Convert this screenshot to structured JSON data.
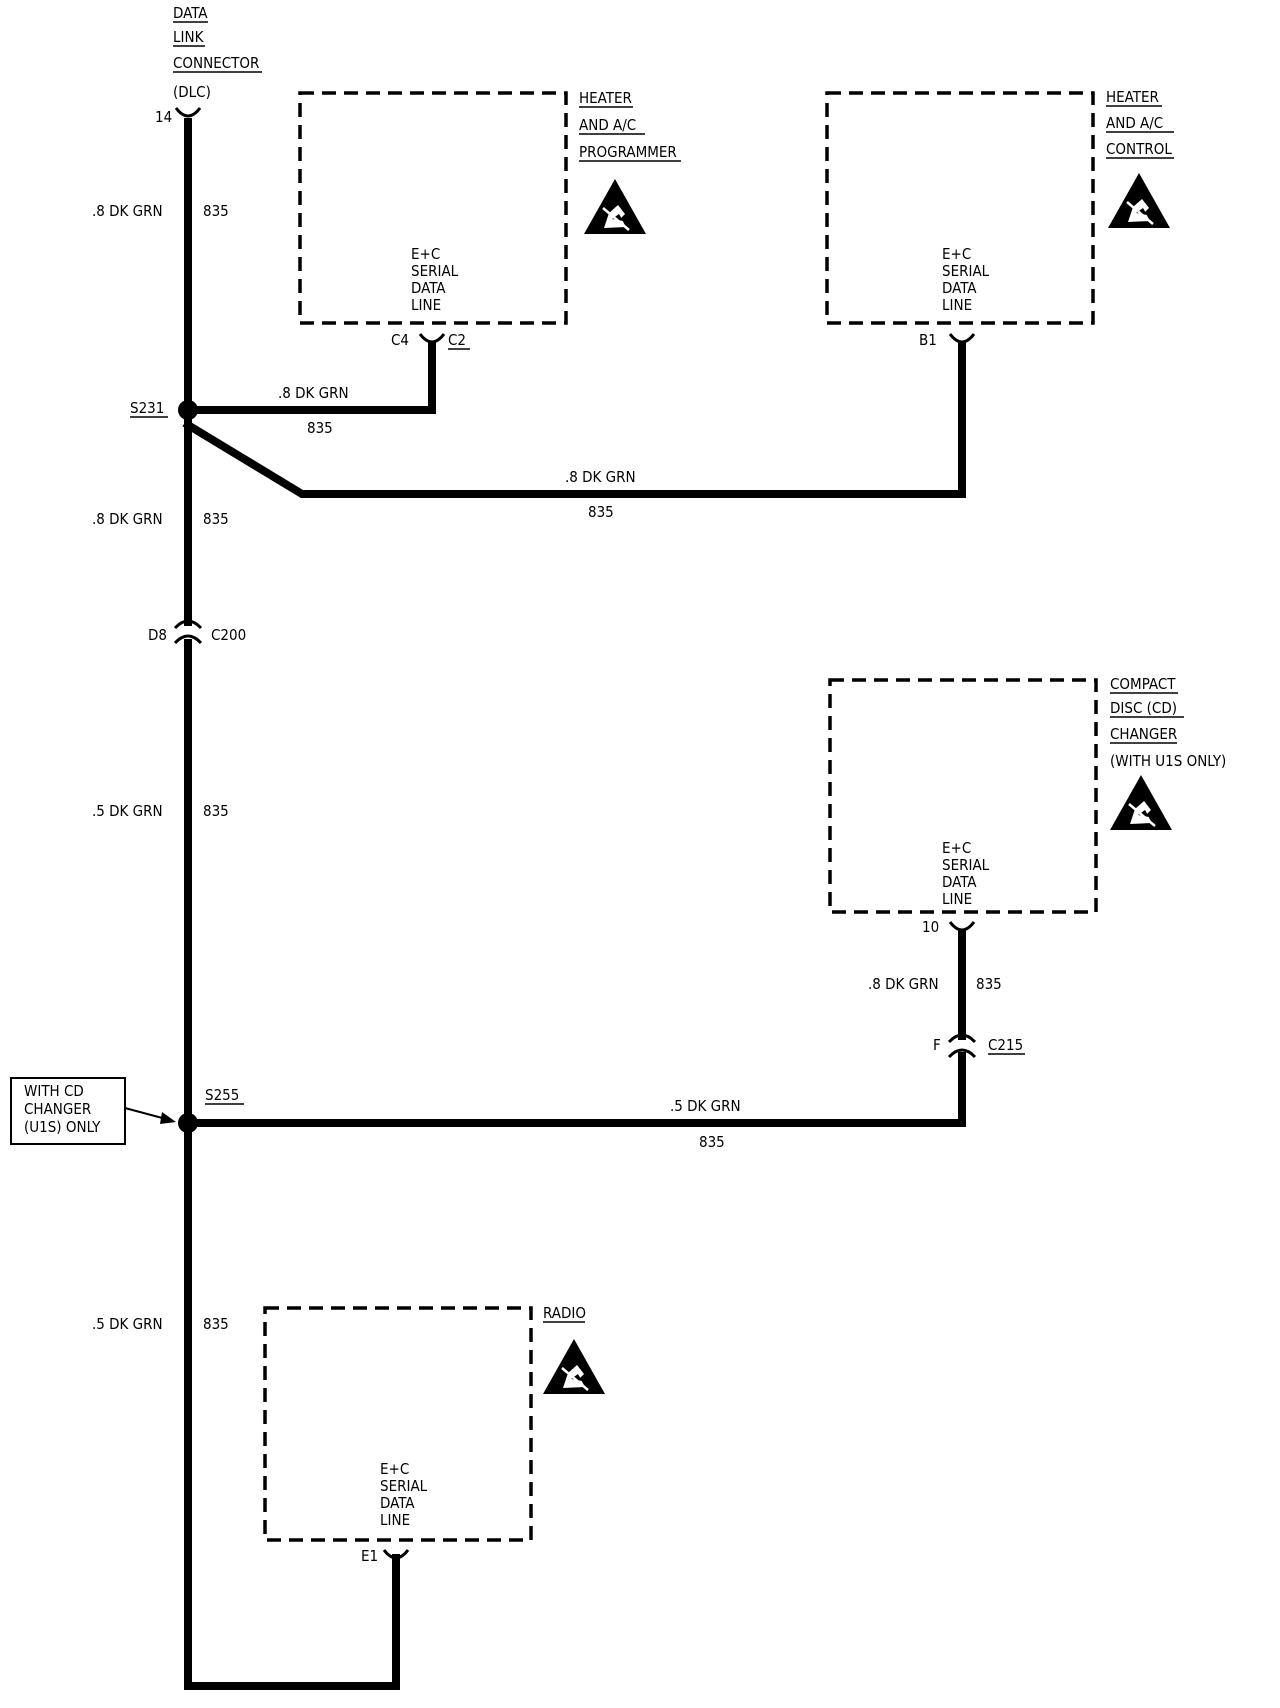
{
  "dlc": {
    "line1": "DATA",
    "line2": "LINK",
    "line3": "CONNECTOR",
    "line4": "(DLC)",
    "pin": "14"
  },
  "programmer": {
    "line1": "HEATER",
    "line2": "AND A/C",
    "line3": "PROGRAMMER",
    "serial": [
      "E+C",
      "SERIAL",
      "DATA",
      "LINE"
    ],
    "pin": "C4",
    "conn": "C2"
  },
  "control": {
    "line1": "HEATER",
    "line2": "AND A/C",
    "line3": "CONTROL",
    "serial": [
      "E+C",
      "SERIAL",
      "DATA",
      "LINE"
    ],
    "pin": "B1"
  },
  "cd_changer": {
    "line1": "COMPACT",
    "line2": "DISC (CD)",
    "line3": "CHANGER",
    "line4": "(WITH U1S ONLY)",
    "serial": [
      "E+C",
      "SERIAL",
      "DATA",
      "LINE"
    ],
    "pin": "10"
  },
  "radio": {
    "label": "RADIO",
    "serial": [
      "E+C",
      "SERIAL",
      "DATA",
      "LINE"
    ],
    "pin": "E1"
  },
  "splices": {
    "s231": "S231",
    "s255": "S255"
  },
  "connectors": {
    "c200_pin": "D8",
    "c200": "C200",
    "c215_pin": "F",
    "c215": "C215"
  },
  "wires": {
    "seg1_size": ".8 DK GRN",
    "seg1_circuit": "835",
    "prog_size": ".8 DK GRN",
    "prog_circuit": "835",
    "ctrl_size": ".8 DK GRN",
    "ctrl_circuit": "835",
    "seg2_size": ".8 DK GRN",
    "seg2_circuit": "835",
    "seg3_size": ".5 DK GRN",
    "seg3_circuit": "835",
    "cd_drop_size": ".8 DK GRN",
    "cd_drop_circuit": "835",
    "cd_run_size": ".5 DK GRN",
    "cd_run_circuit": "835",
    "seg4_size": ".5 DK GRN",
    "seg4_circuit": "835"
  },
  "note": {
    "line1": "WITH CD",
    "line2": "CHANGER",
    "line3": "(U1S) ONLY"
  }
}
